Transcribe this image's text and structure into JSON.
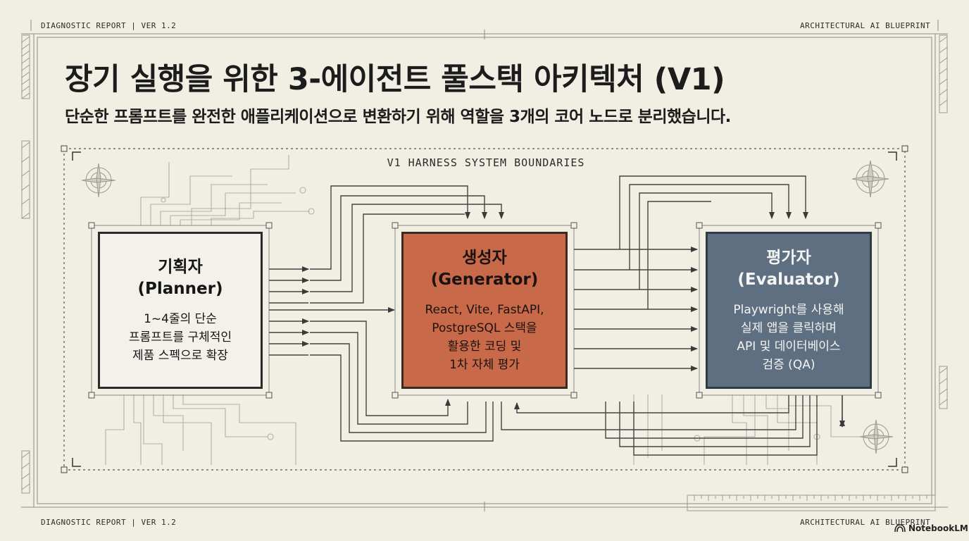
{
  "header": {
    "top_left": "DIAGNOSTIC REPORT | VER 1.2",
    "top_right": "ARCHITECTURAL AI BLUEPRINT",
    "bottom_left": "DIAGNOSTIC REPORT | VER 1.2",
    "bottom_right": "ARCHITECTURAL AI BLUEPRINT"
  },
  "title": "장기 실행을 위한 3-에이전트 풀스택 아키텍처 (V1)",
  "subtitle": "단순한 프롬프트를 완전한 애플리케이션으로 변환하기 위해 역할을 3개의 코어 노드로 분리했습니다.",
  "boundary_label": "V1 HARNESS SYSTEM BOUNDARIES",
  "nodes": {
    "planner": {
      "title": "기획자",
      "subtitle": "(Planner)",
      "description": "1~4줄의 단순\n프롬프트를 구체적인\n제품 스펙으로 확장",
      "color": "#f3f1ea"
    },
    "generator": {
      "title": "생성자",
      "subtitle": "(Generator)",
      "description": "React, Vite, FastAPI,\nPostgreSQL 스택을\n활용한 코딩 및\n1차 자체 평가",
      "color": "#c8694a"
    },
    "evaluator": {
      "title": "평가자",
      "subtitle": "(Evaluator)",
      "description": "Playwright를 사용해\n실제 앱을 클릭하며\nAPI 및 데이터베이스\n검증 (QA)",
      "color": "#5e6f82"
    }
  },
  "logo": {
    "text": "NotebookLM",
    "icon": "notebooklm-icon"
  }
}
